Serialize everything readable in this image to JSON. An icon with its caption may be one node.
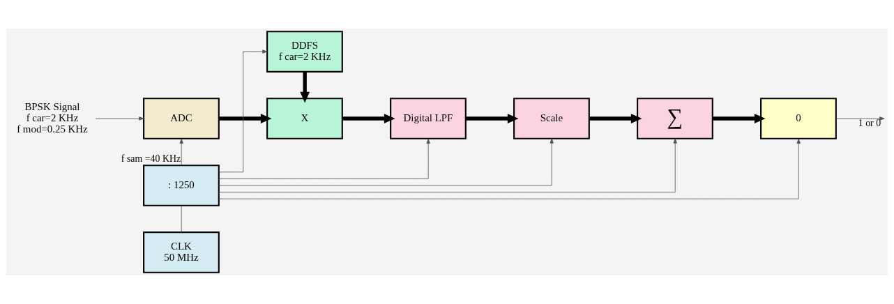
{
  "diagram": {
    "nodes": [
      {
        "text": [
          "BPSK Signal"
        ],
        "beside": [
          "f car=2 KHz",
          "f mod=0.25 KHz"
        ]
      },
      {
        "text": [
          "ADC"
        ]
      },
      {
        "text": [
          "X"
        ]
      },
      {
        "text": [
          "Digital LPF"
        ]
      },
      {
        "text": [
          "Scale"
        ]
      },
      {
        "text": [
          "∑"
        ]
      },
      {
        "text": [
          "0"
        ]
      },
      {
        "text": [
          "DDFS",
          "f car=2 KHz"
        ]
      },
      {
        "text": [
          ": 1250"
        ]
      },
      {
        "text": [
          "CLK",
          "50 MHz"
        ]
      }
    ],
    "edges": [
      {
        "from": 0,
        "to": 1,
        "arrow": "to"
      },
      {
        "from": 1,
        "to": 2,
        "arrow": "to",
        "style": "thick"
      },
      {
        "from": 2,
        "to": 3,
        "arrow": "to",
        "style": "thick"
      },
      {
        "from": 3,
        "to": 4,
        "arrow": "to",
        "style": "thick"
      },
      {
        "from": 4,
        "to": 5,
        "arrow": "to",
        "style": "thick"
      },
      {
        "from": 5,
        "to": 6,
        "arrow": "to",
        "style": "thick"
      },
      {
        "from": 6,
        "to": null,
        "arrow": "to",
        "label": "1 or 0"
      },
      {
        "from": 7,
        "to": 2,
        "arrow": "to",
        "style": "thick"
      },
      {
        "from": 9,
        "to": 8,
        "arrow": "none"
      },
      {
        "from": 8,
        "to": 1,
        "arrow": "to",
        "label": "f sam =40 KHz"
      },
      {
        "from": 8,
        "to": 7,
        "arrow": "to"
      },
      {
        "from": 8,
        "to": 3,
        "arrow": "to"
      },
      {
        "from": 8,
        "to": 4,
        "arrow": "to"
      },
      {
        "from": 8,
        "to": 5,
        "arrow": "to"
      },
      {
        "from": 8,
        "to": 6,
        "arrow": "to"
      }
    ]
  }
}
